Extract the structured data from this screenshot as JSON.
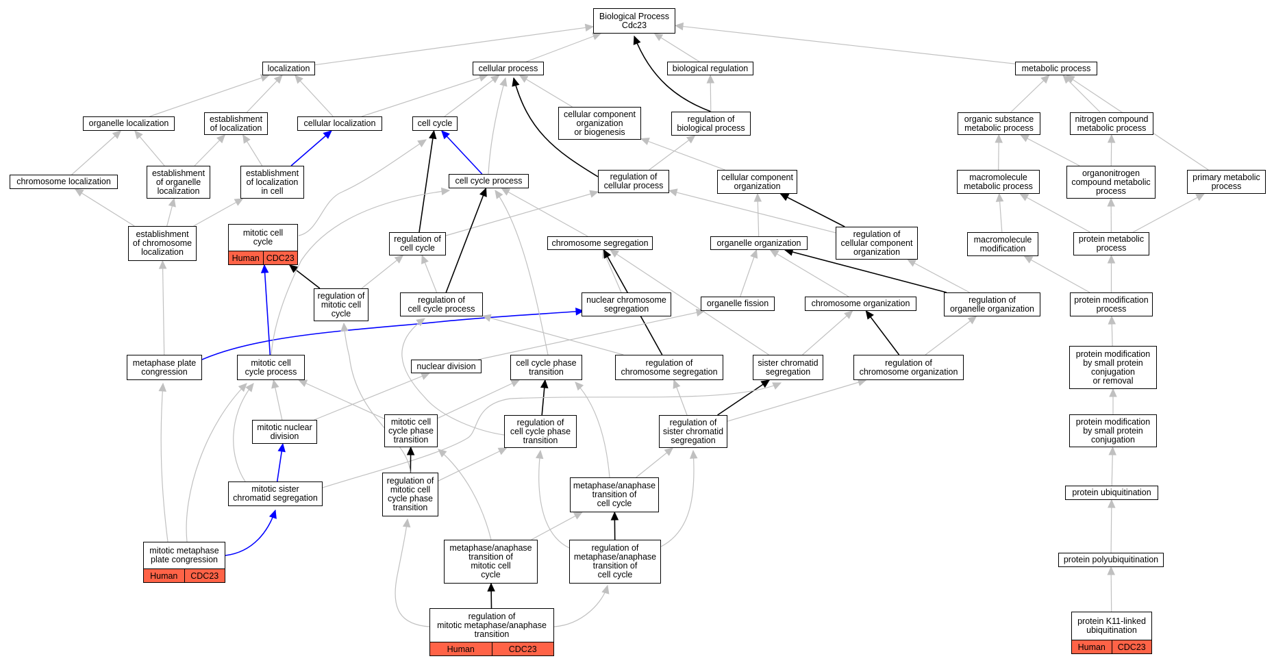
{
  "nodes": [
    {
      "id": "bp",
      "label": "Biological Process\nCdc23"
    },
    {
      "id": "loc",
      "label": "localization"
    },
    {
      "id": "cp",
      "label": "cellular process"
    },
    {
      "id": "breg",
      "label": "biological regulation"
    },
    {
      "id": "mp",
      "label": "metabolic process"
    },
    {
      "id": "orgloc",
      "label": "organelle localization"
    },
    {
      "id": "estloc",
      "label": "establishment\nof localization"
    },
    {
      "id": "cellloc",
      "label": "cellular localization"
    },
    {
      "id": "cc",
      "label": "cell cycle"
    },
    {
      "id": "ccob",
      "label": "cellular component\norganization\nor biogenesis"
    },
    {
      "id": "regbp",
      "label": "regulation of\nbiological process"
    },
    {
      "id": "osmp",
      "label": "organic substance\nmetabolic process"
    },
    {
      "id": "ncmp",
      "label": "nitrogen compound\nmetabolic process"
    },
    {
      "id": "chrloc",
      "label": "chromosome localization"
    },
    {
      "id": "estorgloc",
      "label": "establishment\nof organelle\nlocalization"
    },
    {
      "id": "estlocincell",
      "label": "establishment\nof localization\nin cell"
    },
    {
      "id": "ccp",
      "label": "cell cycle process"
    },
    {
      "id": "regcp",
      "label": "regulation of\ncellular process"
    },
    {
      "id": "cco",
      "label": "cellular component\norganization"
    },
    {
      "id": "mmp",
      "label": "macromolecule\nmetabolic process"
    },
    {
      "id": "ocmp",
      "label": "organonitrogen\ncompound metabolic\nprocess"
    },
    {
      "id": "pmp",
      "label": "primary metabolic\nprocess"
    },
    {
      "id": "estchrloc",
      "label": "establishment\nof chromosome\nlocalization"
    },
    {
      "id": "mcc",
      "label": "mitotic cell\ncycle",
      "annot": [
        "Human",
        "CDC23"
      ]
    },
    {
      "id": "regcc",
      "label": "regulation of\ncell cycle"
    },
    {
      "id": "chrseg",
      "label": "chromosome segregation"
    },
    {
      "id": "orgorg",
      "label": "organelle organization"
    },
    {
      "id": "regcco",
      "label": "regulation of\ncellular component\norganization"
    },
    {
      "id": "mmod",
      "label": "macromolecule\nmodification"
    },
    {
      "id": "protmp",
      "label": "protein metabolic\nprocess"
    },
    {
      "id": "regmcc",
      "label": "regulation of\nmitotic cell\ncycle"
    },
    {
      "id": "regccp",
      "label": "regulation of\ncell cycle process"
    },
    {
      "id": "nchrseg",
      "label": "nuclear chromosome\nsegregation"
    },
    {
      "id": "orgfis",
      "label": "organelle fission"
    },
    {
      "id": "chrorg",
      "label": "chromosome organization"
    },
    {
      "id": "regorgorg",
      "label": "regulation of\norganelle organization"
    },
    {
      "id": "pmodp",
      "label": "protein modification\nprocess"
    },
    {
      "id": "mpc",
      "label": "metaphase plate\ncongression"
    },
    {
      "id": "mccp",
      "label": "mitotic cell\ncycle process"
    },
    {
      "id": "nucdiv",
      "label": "nuclear division"
    },
    {
      "id": "ccpt",
      "label": "cell cycle phase\ntransition"
    },
    {
      "id": "regchrseg",
      "label": "regulation of\nchromosome segregation"
    },
    {
      "id": "scseg",
      "label": "sister chromatid\nsegregation"
    },
    {
      "id": "regchrorg",
      "label": "regulation of\nchromosome organization"
    },
    {
      "id": "pmodsm",
      "label": "protein modification\nby small protein\nconjugation\nor removal"
    },
    {
      "id": "mnucdiv",
      "label": "mitotic nuclear\ndivision"
    },
    {
      "id": "mccpt",
      "label": "mitotic cell\ncycle phase\ntransition"
    },
    {
      "id": "regccpt",
      "label": "regulation of\ncell cycle phase\ntransition"
    },
    {
      "id": "regscseg",
      "label": "regulation of\nsister chromatid\nsegregation"
    },
    {
      "id": "pmodsmc",
      "label": "protein modification\nby small protein\nconjugation"
    },
    {
      "id": "mscseg",
      "label": "mitotic sister\nchromatid segregation"
    },
    {
      "id": "regmccpt",
      "label": "regulation of\nmitotic cell\ncycle phase\ntransition"
    },
    {
      "id": "mat",
      "label": "metaphase/anaphase\ntransition of\ncell cycle"
    },
    {
      "id": "pubi",
      "label": "protein ubiquitination"
    },
    {
      "id": "mmpc",
      "label": "mitotic metaphase\nplate congression",
      "annot": [
        "Human",
        "CDC23"
      ]
    },
    {
      "id": "matmcc",
      "label": "metaphase/anaphase\ntransition of\nmitotic cell\ncycle"
    },
    {
      "id": "regmat",
      "label": "regulation of\nmetaphase/anaphase\ntransition of\ncell cycle"
    },
    {
      "id": "ppubi",
      "label": "protein polyubiquitination"
    },
    {
      "id": "regmmat",
      "label": "regulation of\nmitotic metaphase/anaphase\ntransition",
      "annot": [
        "Human",
        "CDC23"
      ]
    },
    {
      "id": "k11",
      "label": "protein K11-linked\nubiquitination",
      "annot": [
        "Human",
        "CDC23"
      ]
    }
  ],
  "edges": [
    {
      "from": "loc",
      "to": "bp",
      "kind": "is_a"
    },
    {
      "from": "cp",
      "to": "bp",
      "kind": "is_a"
    },
    {
      "from": "breg",
      "to": "bp",
      "kind": "is_a"
    },
    {
      "from": "mp",
      "to": "bp",
      "kind": "is_a"
    },
    {
      "from": "regbp",
      "to": "bp",
      "kind": "regulates"
    },
    {
      "from": "regbp",
      "to": "breg",
      "kind": "is_a"
    },
    {
      "from": "orgloc",
      "to": "loc",
      "kind": "is_a"
    },
    {
      "from": "estloc",
      "to": "loc",
      "kind": "is_a"
    },
    {
      "from": "cellloc",
      "to": "loc",
      "kind": "is_a"
    },
    {
      "from": "cellloc",
      "to": "cp",
      "kind": "is_a"
    },
    {
      "from": "cc",
      "to": "cp",
      "kind": "is_a"
    },
    {
      "from": "ccob",
      "to": "cp",
      "kind": "is_a"
    },
    {
      "from": "ccp",
      "to": "cp",
      "kind": "is_a"
    },
    {
      "from": "regcp",
      "to": "cp",
      "kind": "regulates"
    },
    {
      "from": "regcp",
      "to": "regbp",
      "kind": "is_a"
    },
    {
      "from": "osmp",
      "to": "mp",
      "kind": "is_a"
    },
    {
      "from": "ncmp",
      "to": "mp",
      "kind": "is_a"
    },
    {
      "from": "pmp",
      "to": "mp",
      "kind": "is_a"
    },
    {
      "from": "chrloc",
      "to": "orgloc",
      "kind": "is_a"
    },
    {
      "from": "estorgloc",
      "to": "orgloc",
      "kind": "is_a"
    },
    {
      "from": "estorgloc",
      "to": "estloc",
      "kind": "is_a"
    },
    {
      "from": "estlocincell",
      "to": "estloc",
      "kind": "is_a"
    },
    {
      "from": "estlocincell",
      "to": "cellloc",
      "kind": "part_of"
    },
    {
      "from": "ccp",
      "to": "cc",
      "kind": "part_of"
    },
    {
      "from": "regcc",
      "to": "cc",
      "kind": "regulates"
    },
    {
      "from": "mcc",
      "to": "cc",
      "kind": "is_a"
    },
    {
      "from": "cco",
      "to": "ccob",
      "kind": "is_a"
    },
    {
      "from": "regcco",
      "to": "cco",
      "kind": "regulates"
    },
    {
      "from": "regcco",
      "to": "regcp",
      "kind": "is_a"
    },
    {
      "from": "mmp",
      "to": "osmp",
      "kind": "is_a"
    },
    {
      "from": "ocmp",
      "to": "osmp",
      "kind": "is_a"
    },
    {
      "from": "ocmp",
      "to": "ncmp",
      "kind": "is_a"
    },
    {
      "from": "estchrloc",
      "to": "chrloc",
      "kind": "is_a"
    },
    {
      "from": "estchrloc",
      "to": "estorgloc",
      "kind": "is_a"
    },
    {
      "from": "estchrloc",
      "to": "estlocincell",
      "kind": "is_a"
    },
    {
      "from": "regcc",
      "to": "regcp",
      "kind": "is_a"
    },
    {
      "from": "chrseg",
      "to": "ccp",
      "kind": "is_a"
    },
    {
      "from": "regccp",
      "to": "ccp",
      "kind": "regulates"
    },
    {
      "from": "regccp",
      "to": "regcc",
      "kind": "is_a"
    },
    {
      "from": "regmcc",
      "to": "regcc",
      "kind": "is_a"
    },
    {
      "from": "regmcc",
      "to": "mcc",
      "kind": "regulates"
    },
    {
      "from": "orgorg",
      "to": "cco",
      "kind": "is_a"
    },
    {
      "from": "regorgorg",
      "to": "orgorg",
      "kind": "regulates"
    },
    {
      "from": "regorgorg",
      "to": "regcco",
      "kind": "is_a"
    },
    {
      "from": "mmod",
      "to": "mmp",
      "kind": "is_a"
    },
    {
      "from": "protmp",
      "to": "mmp",
      "kind": "is_a"
    },
    {
      "from": "protmp",
      "to": "ocmp",
      "kind": "is_a"
    },
    {
      "from": "protmp",
      "to": "pmp",
      "kind": "is_a"
    },
    {
      "from": "mpc",
      "to": "estchrloc",
      "kind": "is_a"
    },
    {
      "from": "mpc",
      "to": "nchrseg",
      "kind": "part_of"
    },
    {
      "from": "nchrseg",
      "to": "chrseg",
      "kind": "is_a"
    },
    {
      "from": "regchrseg",
      "to": "chrseg",
      "kind": "regulates"
    },
    {
      "from": "regchrseg",
      "to": "regccp",
      "kind": "is_a"
    },
    {
      "from": "orgfis",
      "to": "orgorg",
      "kind": "is_a"
    },
    {
      "from": "chrorg",
      "to": "orgorg",
      "kind": "is_a"
    },
    {
      "from": "regchrorg",
      "to": "chrorg",
      "kind": "regulates"
    },
    {
      "from": "regchrorg",
      "to": "regorgorg",
      "kind": "is_a"
    },
    {
      "from": "pmodp",
      "to": "protmp",
      "kind": "is_a"
    },
    {
      "from": "pmodp",
      "to": "mmod",
      "kind": "is_a"
    },
    {
      "from": "mccp",
      "to": "ccp",
      "kind": "is_a"
    },
    {
      "from": "mccp",
      "to": "mcc",
      "kind": "part_of"
    },
    {
      "from": "nucdiv",
      "to": "orgfis",
      "kind": "is_a"
    },
    {
      "from": "ccpt",
      "to": "ccp",
      "kind": "is_a"
    },
    {
      "from": "scseg",
      "to": "chrseg",
      "kind": "is_a"
    },
    {
      "from": "scseg",
      "to": "chrorg",
      "kind": "is_a"
    },
    {
      "from": "pmodsm",
      "to": "pmodp",
      "kind": "is_a"
    },
    {
      "from": "mnucdiv",
      "to": "nucdiv",
      "kind": "is_a"
    },
    {
      "from": "mnucdiv",
      "to": "mccp",
      "kind": "is_a"
    },
    {
      "from": "mccpt",
      "to": "ccpt",
      "kind": "is_a"
    },
    {
      "from": "mccpt",
      "to": "mccp",
      "kind": "is_a"
    },
    {
      "from": "regccpt",
      "to": "ccpt",
      "kind": "regulates"
    },
    {
      "from": "regccpt",
      "to": "regccp",
      "kind": "is_a"
    },
    {
      "from": "regscseg",
      "to": "scseg",
      "kind": "regulates"
    },
    {
      "from": "regscseg",
      "to": "regchrseg",
      "kind": "is_a"
    },
    {
      "from": "regscseg",
      "to": "regchrorg",
      "kind": "is_a"
    },
    {
      "from": "pmodsmc",
      "to": "pmodsm",
      "kind": "is_a"
    },
    {
      "from": "mscseg",
      "to": "mnucdiv",
      "kind": "part_of"
    },
    {
      "from": "mscseg",
      "to": "mccp",
      "kind": "is_a"
    },
    {
      "from": "mscseg",
      "to": "scseg",
      "kind": "is_a"
    },
    {
      "from": "regmccpt",
      "to": "mccpt",
      "kind": "regulates"
    },
    {
      "from": "regmccpt",
      "to": "regccpt",
      "kind": "is_a"
    },
    {
      "from": "regmccpt",
      "to": "regmcc",
      "kind": "is_a"
    },
    {
      "from": "mat",
      "to": "ccpt",
      "kind": "is_a"
    },
    {
      "from": "mat",
      "to": "regscseg",
      "kind": "is_a"
    },
    {
      "from": "pubi",
      "to": "pmodsmc",
      "kind": "is_a"
    },
    {
      "from": "mmpc",
      "to": "mpc",
      "kind": "is_a"
    },
    {
      "from": "mmpc",
      "to": "mccp",
      "kind": "is_a"
    },
    {
      "from": "mmpc",
      "to": "mscseg",
      "kind": "part_of"
    },
    {
      "from": "matmcc",
      "to": "mat",
      "kind": "is_a"
    },
    {
      "from": "matmcc",
      "to": "mccpt",
      "kind": "is_a"
    },
    {
      "from": "regmat",
      "to": "mat",
      "kind": "regulates"
    },
    {
      "from": "regmat",
      "to": "regccpt",
      "kind": "is_a"
    },
    {
      "from": "regmat",
      "to": "regscseg",
      "kind": "is_a"
    },
    {
      "from": "ppubi",
      "to": "pubi",
      "kind": "is_a"
    },
    {
      "from": "regmmat",
      "to": "matmcc",
      "kind": "regulates"
    },
    {
      "from": "regmmat",
      "to": "regmat",
      "kind": "is_a"
    },
    {
      "from": "regmmat",
      "to": "regmccpt",
      "kind": "is_a"
    },
    {
      "from": "k11",
      "to": "ppubi",
      "kind": "is_a"
    }
  ],
  "colors": {
    "is_a": "#c0c0c0",
    "part_of": "#0000ff",
    "regulates": "#000000",
    "annotation_fill": "#ff6347"
  }
}
